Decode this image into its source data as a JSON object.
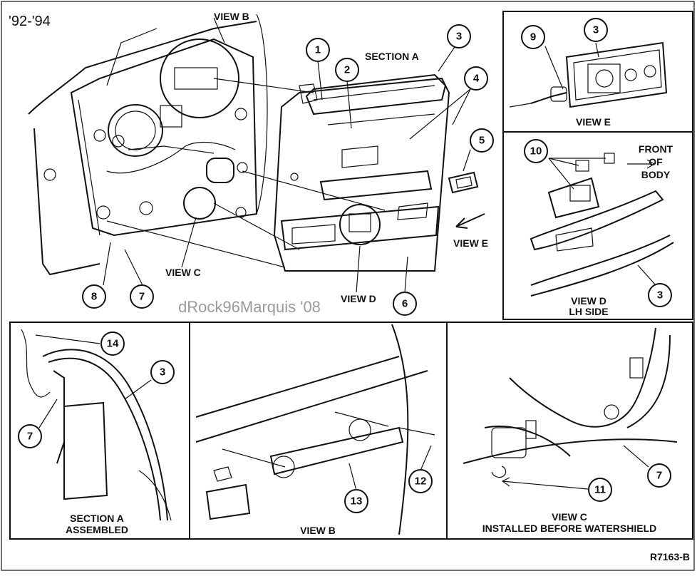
{
  "figure": {
    "year_range": "'92-'94",
    "watermark": "dRock96Marquis '08",
    "figure_code": "R7163-B"
  },
  "labels": {
    "view_b_top": "VIEW B",
    "section_a": "SECTION A",
    "view_c": "VIEW C",
    "view_d": "VIEW D",
    "view_e_arrow": "VIEW E",
    "view_e_title": "VIEW E",
    "front_of_body": [
      "FRONT",
      "OF",
      "BODY"
    ],
    "view_d_lh": [
      "VIEW D",
      "LH SIDE"
    ],
    "section_a_assembled": [
      "SECTION A",
      "ASSEMBLED"
    ],
    "view_b_bottom": "VIEW B",
    "view_c_bottom": [
      "VIEW C",
      "INSTALLED BEFORE WATERSHIELD"
    ]
  },
  "callouts": [
    "1",
    "2",
    "3",
    "4",
    "5",
    "6",
    "7",
    "8",
    "9",
    "10",
    "11",
    "12",
    "13",
    "14"
  ]
}
